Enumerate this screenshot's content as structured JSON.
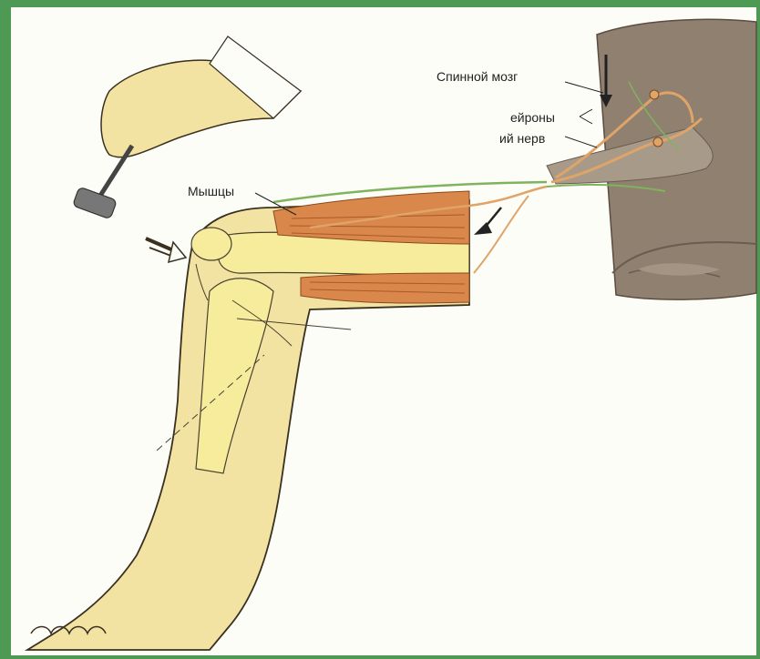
{
  "labels": {
    "spinal_cord": "Спинной мозг",
    "neurons": "ейроны",
    "nerve": "ий нерв",
    "muscles": "Мышцы"
  },
  "colors": {
    "background": "#4e9a55",
    "panel": "#fdfdf8",
    "skin": "#f3e3a2",
    "bone": "#f6ec9c",
    "muscle": "#d9874a",
    "cord": "#8b7a6a",
    "sensory_path": "#7fb35e",
    "motor_path": "#e0a468"
  }
}
